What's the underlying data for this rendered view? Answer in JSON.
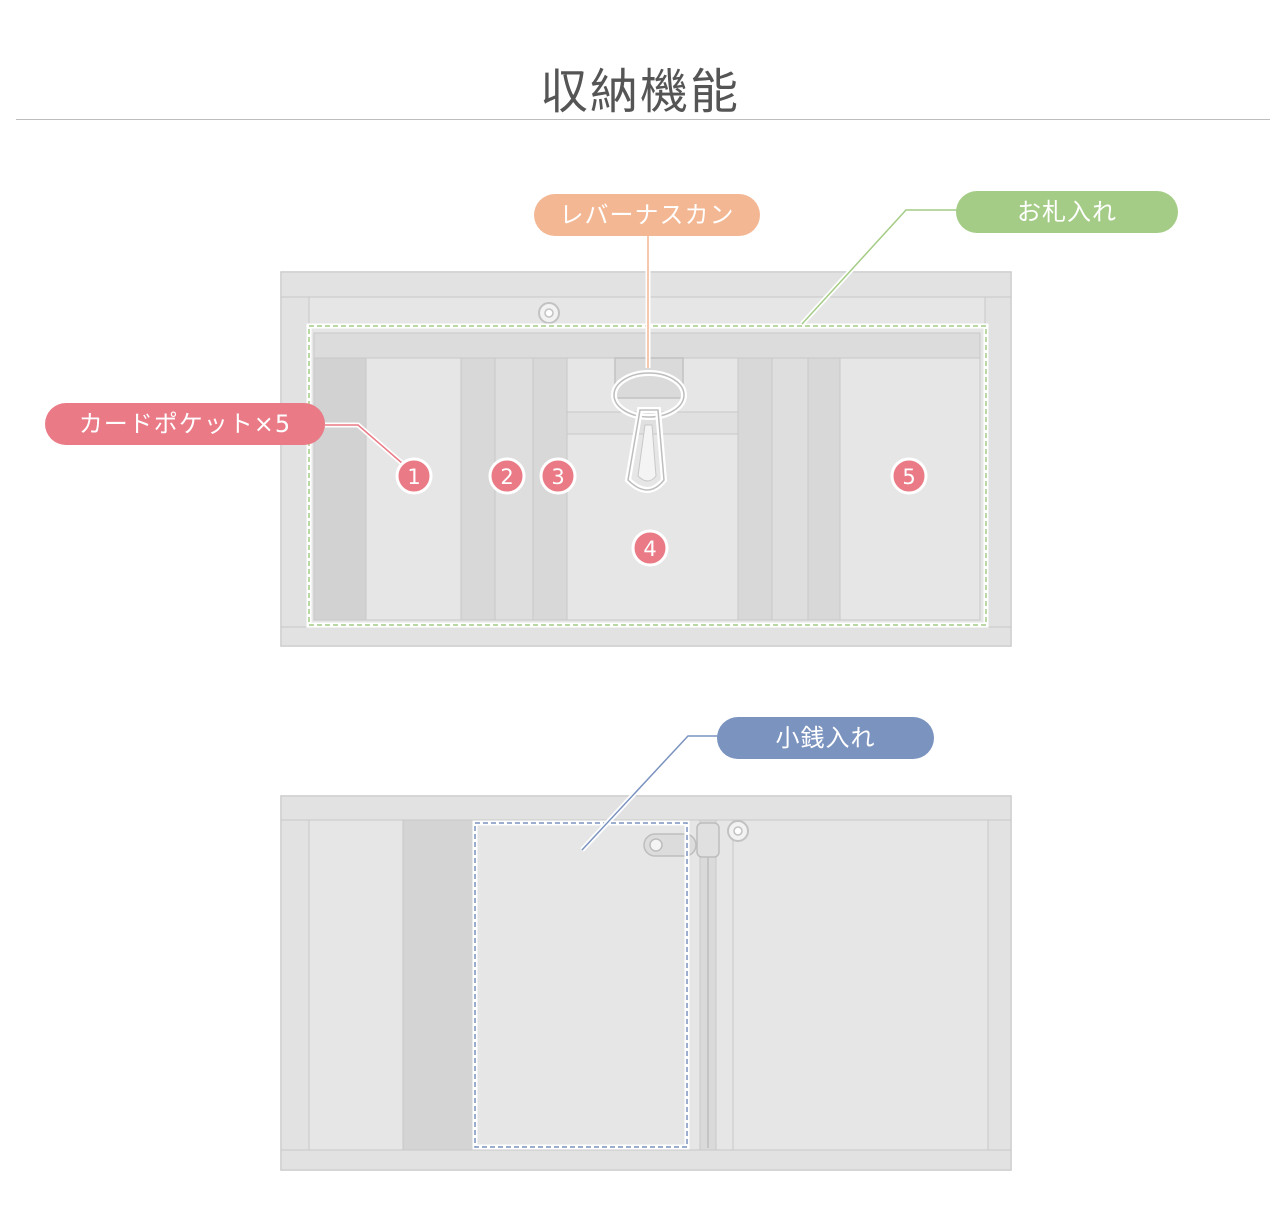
{
  "title": "収納機能",
  "labels": {
    "lever": "レバーナスカン",
    "bills": "お札入れ",
    "cards": "カードポケット×5",
    "coins": "小銭入れ"
  },
  "pocket_numbers": [
    "1",
    "2",
    "3",
    "4",
    "5"
  ],
  "colors": {
    "lever": "#f4b793",
    "bills": "#a4cc86",
    "cards": "#e97a86",
    "coins": "#7b93bf",
    "wallet_fill": "#e6e6e6",
    "wallet_stroke": "#c8c8c8"
  }
}
